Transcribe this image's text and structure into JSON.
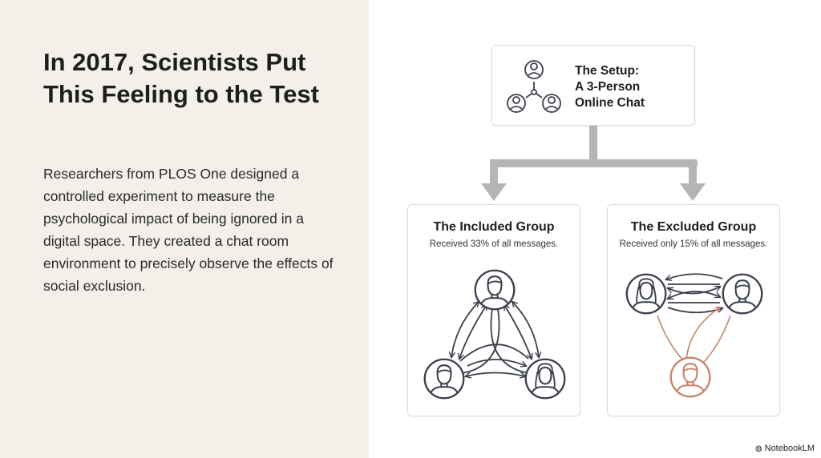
{
  "left": {
    "title": "In 2017, Scientists Put This Feeling to the Test",
    "body": "Researchers from PLOS One designed a controlled experiment to measure the psychological impact of being ignored in a digital space. They created a chat room environment to precisely observe the effects of social exclusion."
  },
  "setup": {
    "line1": "The Setup:",
    "line2": "A 3-Person",
    "line3": "Online Chat",
    "icon": "group-chat-icon"
  },
  "included": {
    "title": "The Included Group",
    "subtitle": "Received 33% of all messages."
  },
  "excluded": {
    "title": "The Excluded Group",
    "subtitle": "Received only 15% of all messages."
  },
  "brand": "NotebookLM",
  "colors": {
    "ink": "#3a3f4b",
    "excluded": "#c8826a",
    "connector": "#b5b5b5",
    "left_bg": "#f3f0ea"
  }
}
